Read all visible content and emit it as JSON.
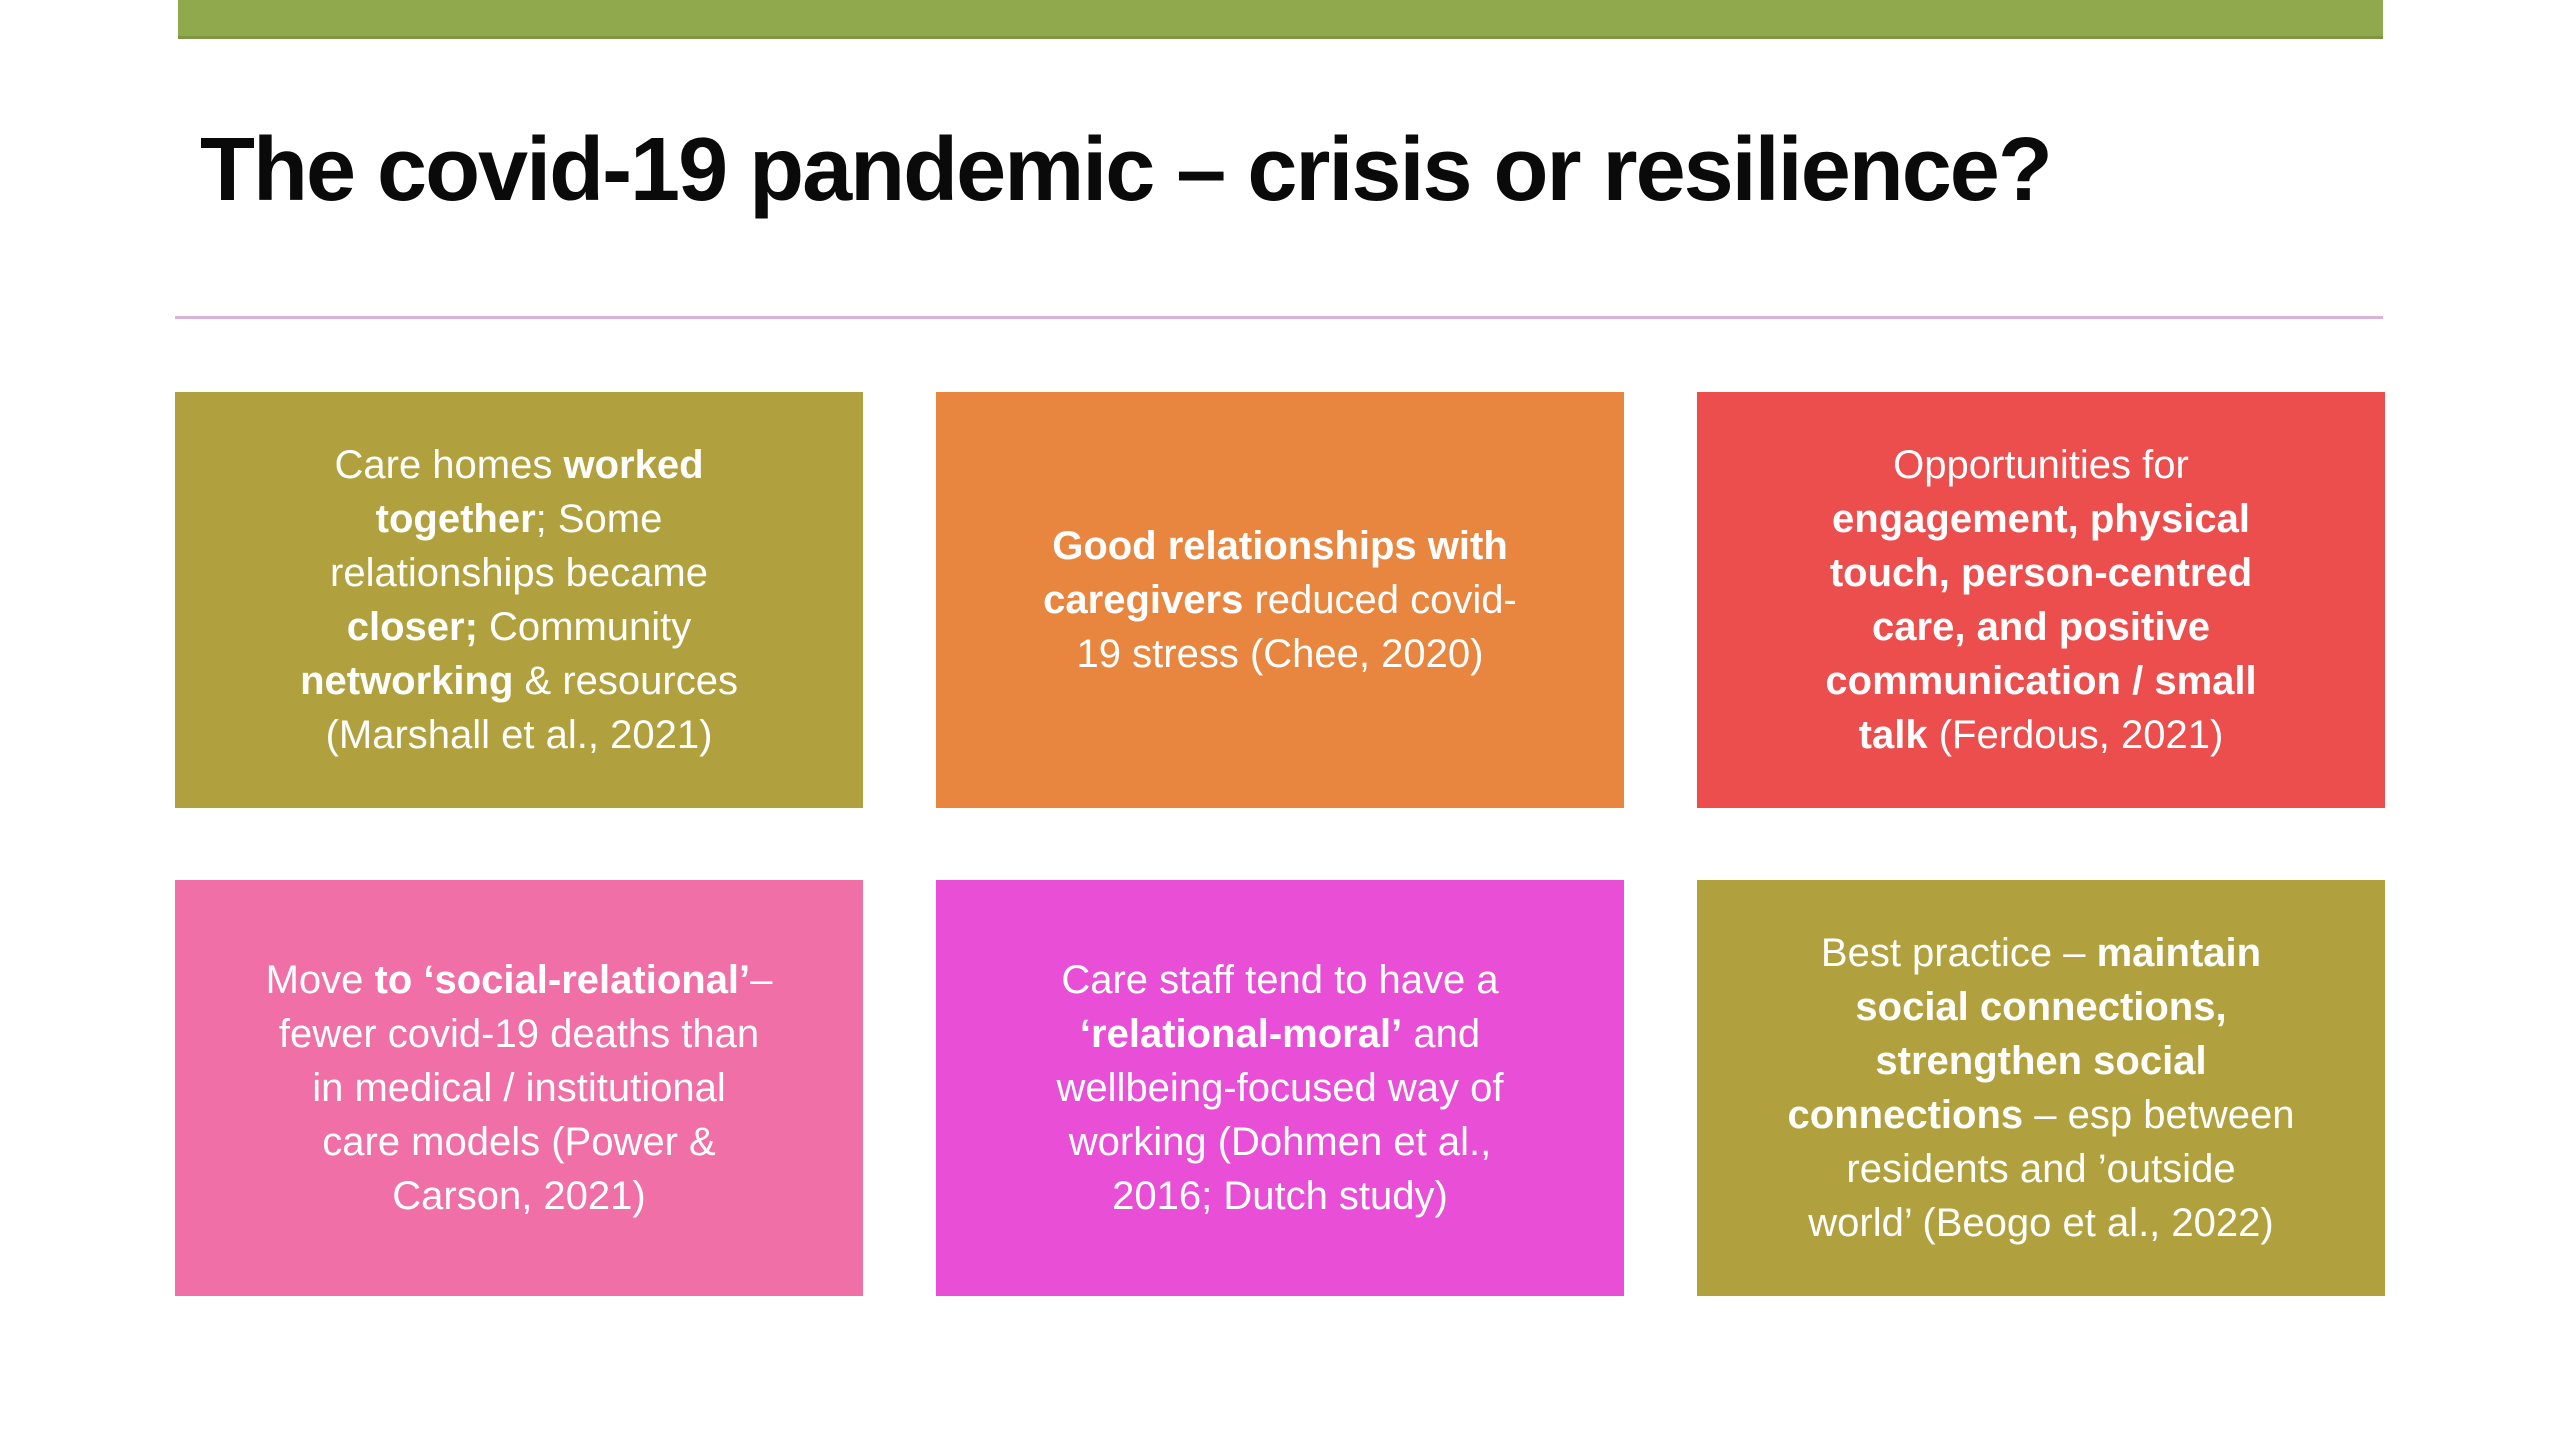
{
  "slide": {
    "title": "The covid-19 pandemic – crisis or resilience?",
    "title_color": "#0A0A0A",
    "background_color": "#FFFFFF",
    "top_bar_color": "#8FA94C",
    "top_bar_edge_color": "#7E9643",
    "divider_color": "#D9B4D6",
    "text_color": "#FFFFFF"
  },
  "boxes": [
    {
      "name": "care-homes-collaboration",
      "color": "#B1A13E",
      "lines": [
        [
          {
            "t": "Care homes ",
            "b": false
          },
          {
            "t": "worked",
            "b": true
          }
        ],
        [
          {
            "t": "together",
            "b": true
          },
          {
            "t": "; Some",
            "b": false
          }
        ],
        [
          {
            "t": "relationships became",
            "b": false
          }
        ],
        [
          {
            "t": "closer;",
            "b": true
          },
          {
            "t": " Community",
            "b": false
          }
        ],
        [
          {
            "t": "networking",
            "b": true
          },
          {
            "t": " & resources",
            "b": false
          }
        ],
        [
          {
            "t": "(Marshall et al., 2021)",
            "b": false
          }
        ]
      ]
    },
    {
      "name": "good-relationships-caregivers",
      "color": "#E8863F",
      "lines": [
        [
          {
            "t": "Good relationships with",
            "b": true
          }
        ],
        [
          {
            "t": "caregivers",
            "b": true
          },
          {
            "t": " reduced covid-",
            "b": false
          }
        ],
        [
          {
            "t": "19 stress (Chee, 2020)",
            "b": false
          }
        ]
      ]
    },
    {
      "name": "opportunities-engagement",
      "color": "#EC4D4D",
      "lines": [
        [
          {
            "t": "Opportunities for",
            "b": false
          }
        ],
        [
          {
            "t": "engagement, physical",
            "b": true
          }
        ],
        [
          {
            "t": "touch, person-centred",
            "b": true
          }
        ],
        [
          {
            "t": "care, and positive",
            "b": true
          }
        ],
        [
          {
            "t": "communication / small",
            "b": true
          }
        ],
        [
          {
            "t": "talk",
            "b": true
          },
          {
            "t": " (Ferdous, 2021)",
            "b": false
          }
        ]
      ]
    },
    {
      "name": "social-relational-model",
      "color": "#EF6FA6",
      "lines": [
        [
          {
            "t": "Move ",
            "b": false
          },
          {
            "t": "to ‘social-relational’",
            "b": true
          },
          {
            "t": "–",
            "b": false
          }
        ],
        [
          {
            "t": "fewer covid-19 deaths than",
            "b": false
          }
        ],
        [
          {
            "t": "in medical / institutional",
            "b": false
          }
        ],
        [
          {
            "t": "care models (Power &",
            "b": false
          }
        ],
        [
          {
            "t": "Carson, 2021)",
            "b": false
          }
        ]
      ]
    },
    {
      "name": "relational-moral-working",
      "color": "#E94FD6",
      "lines": [
        [
          {
            "t": "Care staff tend to have a",
            "b": false
          }
        ],
        [
          {
            "t": "‘relational-moral’",
            "b": true
          },
          {
            "t": " and",
            "b": false
          }
        ],
        [
          {
            "t": "wellbeing-focused way of",
            "b": false
          }
        ],
        [
          {
            "t": "working (Dohmen et al.,",
            "b": false
          }
        ],
        [
          {
            "t": "2016; Dutch study)",
            "b": false
          }
        ]
      ]
    },
    {
      "name": "best-practice-connections",
      "color": "#B1A13E",
      "lines": [
        [
          {
            "t": "Best practice – ",
            "b": false
          },
          {
            "t": "maintain",
            "b": true
          }
        ],
        [
          {
            "t": "social connections,",
            "b": true
          }
        ],
        [
          {
            "t": "strengthen social",
            "b": true
          }
        ],
        [
          {
            "t": "connections",
            "b": true
          },
          {
            "t": " – esp between",
            "b": false
          }
        ],
        [
          {
            "t": "residents and ’outside",
            "b": false
          }
        ],
        [
          {
            "t": "world’ (Beogo et al., 2022)",
            "b": false
          }
        ]
      ]
    }
  ]
}
